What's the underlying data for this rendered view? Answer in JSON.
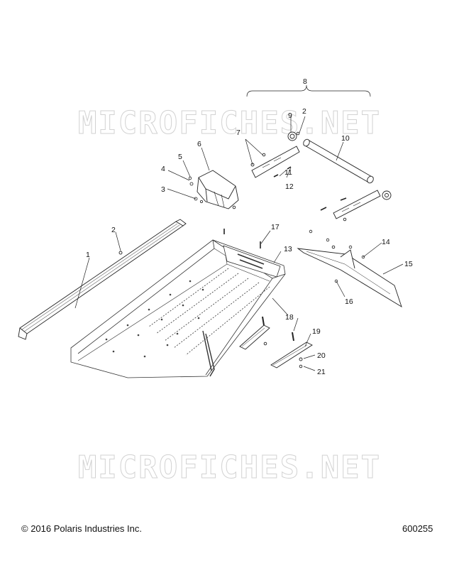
{
  "watermark": "MICROFICHES.NET",
  "footer": {
    "copyright": "© 2016 Polaris Industries Inc.",
    "diagram_number": "600255"
  },
  "callouts": [
    {
      "id": "c1",
      "label": "1"
    },
    {
      "id": "c2a",
      "label": "2"
    },
    {
      "id": "c2b",
      "label": "2"
    },
    {
      "id": "c3",
      "label": "3"
    },
    {
      "id": "c4",
      "label": "4"
    },
    {
      "id": "c5",
      "label": "5"
    },
    {
      "id": "c6",
      "label": "6"
    },
    {
      "id": "c7",
      "label": "7"
    },
    {
      "id": "c8",
      "label": "8"
    },
    {
      "id": "c9",
      "label": "9"
    },
    {
      "id": "c10",
      "label": "10"
    },
    {
      "id": "c11",
      "label": "11"
    },
    {
      "id": "c12",
      "label": "12"
    },
    {
      "id": "c13",
      "label": "13"
    },
    {
      "id": "c14",
      "label": "14"
    },
    {
      "id": "c15",
      "label": "15"
    },
    {
      "id": "c16",
      "label": "16"
    },
    {
      "id": "c17",
      "label": "17"
    },
    {
      "id": "c18",
      "label": "18"
    },
    {
      "id": "c19",
      "label": "19"
    },
    {
      "id": "c20",
      "label": "20"
    },
    {
      "id": "c21",
      "label": "21"
    }
  ]
}
